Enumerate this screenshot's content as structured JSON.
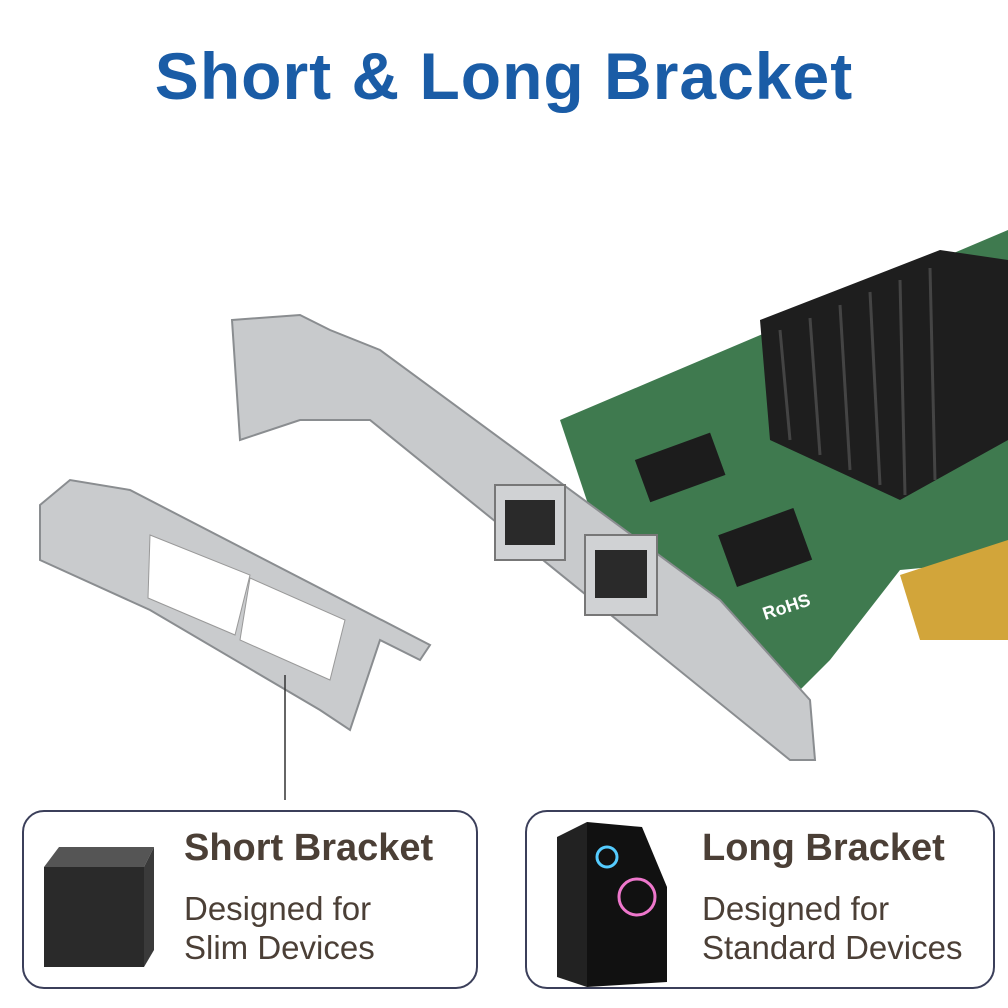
{
  "title": "Short & Long Bracket",
  "product_marks": {
    "rohs": "RoHS"
  },
  "short_bracket": {
    "heading": "Short Bracket",
    "line1": "Designed for",
    "line2": "Slim Devices"
  },
  "long_bracket": {
    "heading": "Long Bracket",
    "line1": "Designed for",
    "line2": "Standard Devices"
  },
  "colors": {
    "title": "#1a5ca6",
    "text": "#4b3f36",
    "pcb": "#3f7a4f",
    "border": "#3b3f5a"
  }
}
